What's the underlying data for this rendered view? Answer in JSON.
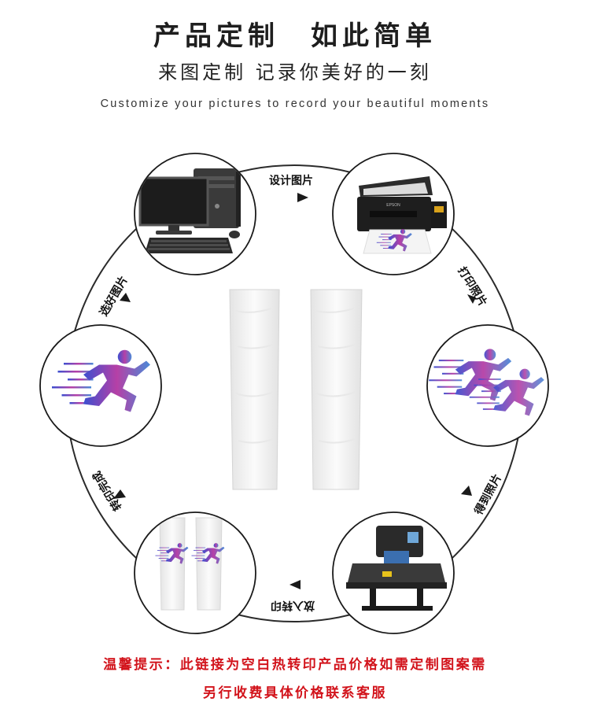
{
  "header": {
    "title": "产品定制　如此简单",
    "subtitle": "来图定制 记录你美好的一刻",
    "english": "Customize your pictures to record your beautiful moments"
  },
  "steps": [
    {
      "label": "设计图片"
    },
    {
      "label": "打印照片"
    },
    {
      "label": "得到照片"
    },
    {
      "label": "放入转印"
    },
    {
      "label": "转印完成"
    },
    {
      "label": "选好图片"
    }
  ],
  "printer_brand": "EPSON",
  "notice": {
    "line1": "温馨提示：此链接为空白热转印产品价格如需定制图案需",
    "line2": "另行收费具体价格联系客服"
  },
  "colors": {
    "accent_red": "#d2131b",
    "ring": "#2b2b2b",
    "runner_blue": "#4a55c8",
    "runner_magenta": "#c0338f"
  }
}
